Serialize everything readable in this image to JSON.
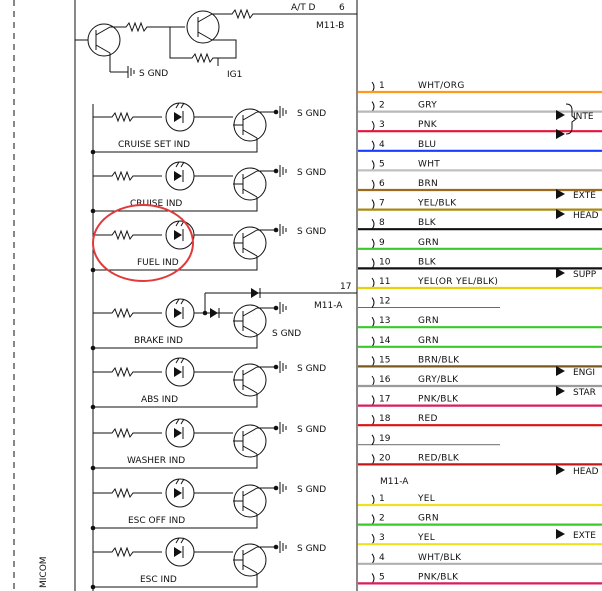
{
  "left": {
    "micom_label": "MICOM",
    "atd_label": "A/T D",
    "atd_pin": "6",
    "m11b_label": "M11-B",
    "sgnd_top": "S GND",
    "ig1_label": "IG1",
    "m11a_mid": "M11-A",
    "pin17": "17",
    "indicators": [
      {
        "label": "CRUISE SET IND",
        "gnd": "S GND"
      },
      {
        "label": "CRUISE IND",
        "gnd": "S GND"
      },
      {
        "label": "FUEL IND",
        "gnd": "S GND",
        "highlight": true
      },
      {
        "label": "BRAKE IND",
        "gnd": "S GND"
      },
      {
        "label": "ABS IND",
        "gnd": "S GND"
      },
      {
        "label": "WASHER IND",
        "gnd": "S GND"
      },
      {
        "label": "ESC OFF IND",
        "gnd": "S GND"
      },
      {
        "label": "ESC IND",
        "gnd": "S GND"
      }
    ]
  },
  "connector_a": {
    "label": "M11-A",
    "wires": [
      {
        "pin": "1",
        "name": "WHT/ORG",
        "color": "#ff9a1a"
      },
      {
        "pin": "2",
        "name": "GRY",
        "color": "#b8b8b8"
      },
      {
        "pin": "3",
        "name": "PNK",
        "color": "#e8103a"
      },
      {
        "pin": "4",
        "name": "BLU",
        "color": "#1a3cff"
      },
      {
        "pin": "5",
        "name": "WHT",
        "color": "#c0c0c0"
      },
      {
        "pin": "6",
        "name": "BRN",
        "color": "#9b6a1c"
      },
      {
        "pin": "7",
        "name": "YEL/BLK",
        "color": "#a88a10"
      },
      {
        "pin": "8",
        "name": "BLK",
        "color": "#111111"
      },
      {
        "pin": "9",
        "name": "GRN",
        "color": "#3aca2a"
      },
      {
        "pin": "10",
        "name": "BLK",
        "color": "#111111"
      },
      {
        "pin": "11",
        "name": "YEL(OR YEL/BLK)",
        "color": "#e8d010"
      },
      {
        "pin": "12",
        "name": "",
        "color": ""
      },
      {
        "pin": "13",
        "name": "GRN",
        "color": "#3aca2a"
      },
      {
        "pin": "14",
        "name": "GRN",
        "color": "#3aca2a"
      },
      {
        "pin": "15",
        "name": "BRN/BLK",
        "color": "#7a5a1c"
      },
      {
        "pin": "16",
        "name": "GRY/BLK",
        "color": "#9a9a9a"
      },
      {
        "pin": "17",
        "name": "PNK/BLK",
        "color": "#d81f5a"
      },
      {
        "pin": "18",
        "name": "RED",
        "color": "#e01010"
      },
      {
        "pin": "19",
        "name": "",
        "color": ""
      },
      {
        "pin": "20",
        "name": "RED/BLK",
        "color": "#c01818"
      }
    ]
  },
  "connector_b": {
    "wires": [
      {
        "pin": "1",
        "name": "YEL",
        "color": "#f0e020"
      },
      {
        "pin": "2",
        "name": "GRN",
        "color": "#3aca2a"
      },
      {
        "pin": "3",
        "name": "YEL",
        "color": "#f0e020"
      },
      {
        "pin": "4",
        "name": "WHT/BLK",
        "color": "#b0b0b0"
      },
      {
        "pin": "5",
        "name": "PNK/BLK",
        "color": "#d81f5a"
      }
    ]
  },
  "destinations": [
    {
      "text": "INTE",
      "after_pin": "2"
    },
    {
      "text": "EXTE",
      "after_pin": "6"
    },
    {
      "text": "HEAD",
      "after_pin": "7"
    },
    {
      "text": "SUPP",
      "after_pin": "10"
    },
    {
      "text": "ENGI",
      "after_pin": "15"
    },
    {
      "text": "STAR",
      "after_pin": "16"
    },
    {
      "text": "HEAD",
      "after_pin": "20"
    },
    {
      "text": "EXTE",
      "after_pin": "B2"
    }
  ],
  "highlight_color": "#e03a3a"
}
